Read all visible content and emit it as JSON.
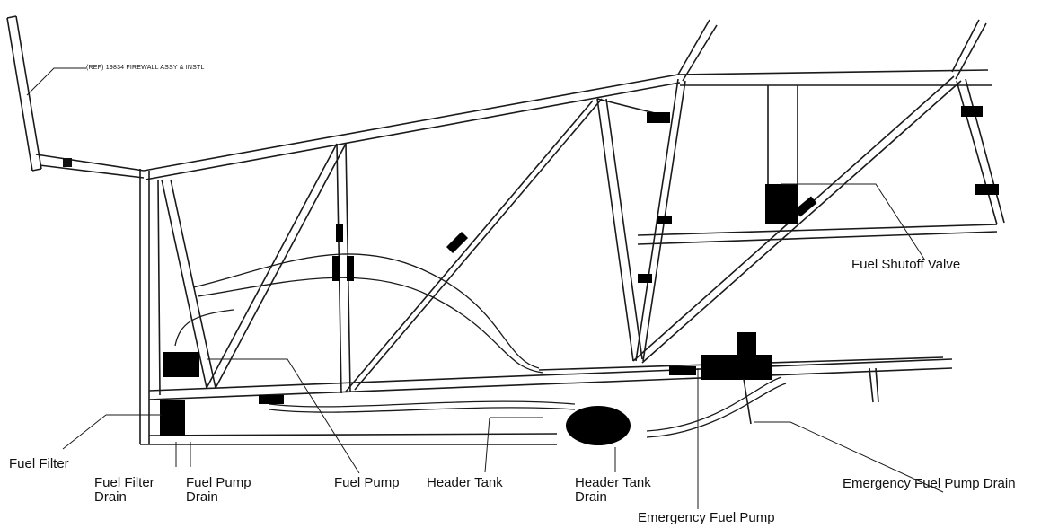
{
  "reference_note": "(REF) 19834 FIREWALL ASSY & INSTL",
  "callouts": {
    "fuel_filter": "Fuel Filter",
    "fuel_filter_drain": "Fuel Filter\nDrain",
    "fuel_pump_drain": "Fuel Pump\nDrain",
    "fuel_pump": "Fuel Pump",
    "header_tank": "Header Tank",
    "header_tank_drain": "Header Tank\nDrain",
    "emergency_fuel_pump": "Emergency Fuel Pump",
    "emergency_fuel_pump_drain": "Emergency Fuel Pump Drain",
    "fuel_shutoff_valve": "Fuel Shutoff Valve"
  }
}
